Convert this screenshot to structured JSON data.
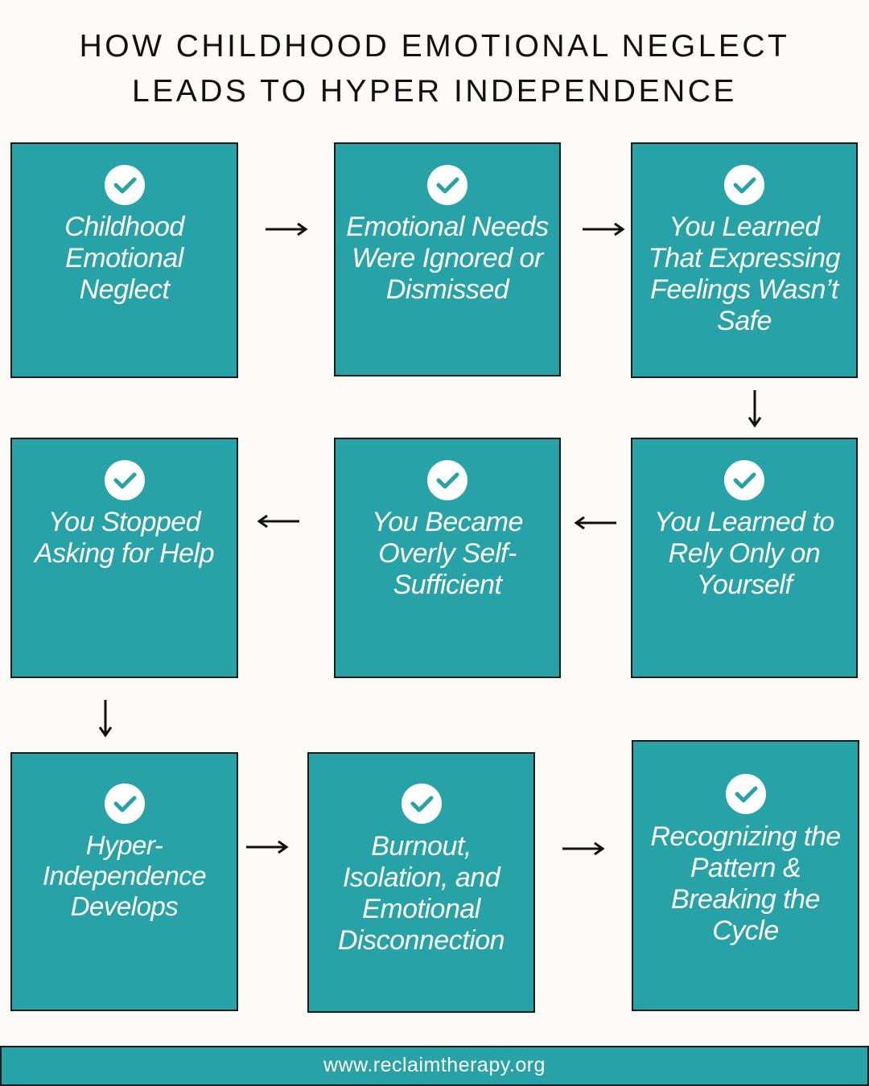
{
  "title": {
    "line1": "HOW CHILDHOOD EMOTIONAL NEGLECT",
    "line2": "LEADS TO HYPER INDEPENDENCE"
  },
  "steps": [
    {
      "label": "Childhood Emotional Neglect",
      "icon": "check-circle-icon"
    },
    {
      "label": "Emotional Needs Were Ignored or Dismissed",
      "icon": "check-circle-icon"
    },
    {
      "label": "You Learned That Expressing Feelings Wasn’t Safe",
      "icon": "check-circle-icon"
    },
    {
      "label": "You Learned to Rely Only on Yourself",
      "icon": "check-circle-icon"
    },
    {
      "label": "You Became Overly Self-Sufficient",
      "icon": "check-circle-icon"
    },
    {
      "label": "You Stopped Asking for Help",
      "icon": "check-circle-icon"
    },
    {
      "label": "Hyper-Independence Develops",
      "icon": "check-circle-icon"
    },
    {
      "label": "Burnout, Isolation, and Emotional Disconnection",
      "icon": "check-circle-icon"
    },
    {
      "label": "Recognizing the Pattern & Breaking the Cycle",
      "icon": "check-circle-icon"
    }
  ],
  "footer": {
    "url": "www.reclaimtherapy.org"
  },
  "colors": {
    "box": "#27a3a8",
    "border": "#1a1a1a",
    "background": "#fcfbf7",
    "text": "#ffffff"
  }
}
